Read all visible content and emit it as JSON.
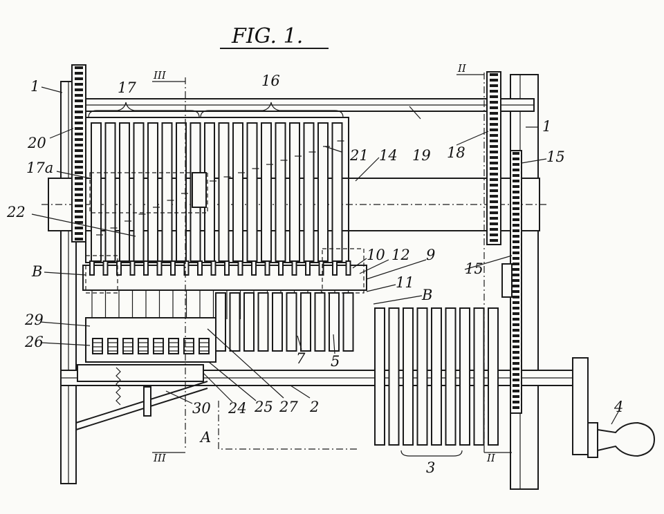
{
  "figure_title": "FIG. 1.",
  "labels": {
    "l1_left": "1",
    "l1_right": "1",
    "l2": "2",
    "l3": "3",
    "l4": "4",
    "l5": "5",
    "l7": "7",
    "l9": "9",
    "l10": "10",
    "l11": "11",
    "l12": "12",
    "l14": "14",
    "l15_top": "15",
    "l15_bottom": "15",
    "l16": "16",
    "l17": "17",
    "l17a": "17a",
    "l18": "18",
    "l19": "19",
    "l20": "20",
    "l21": "21",
    "l22": "22",
    "l24": "24",
    "l25": "25",
    "l26": "26",
    "l27": "27",
    "l29": "29",
    "l30": "30",
    "lB_left": "B",
    "lB_right": "B",
    "lA": "A",
    "sec_III_top": "III",
    "sec_III_bottom": "III",
    "sec_II_top": "II",
    "sec_II_bottom": "II"
  }
}
